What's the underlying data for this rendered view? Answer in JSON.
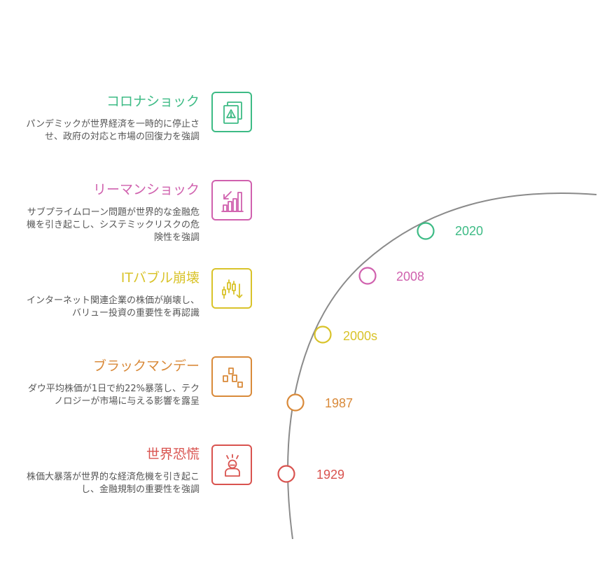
{
  "colors": {
    "green": "#3dbb85",
    "pink": "#d061ae",
    "yellow": "#d9c32a",
    "orange": "#d98a3a",
    "red": "#d9534f",
    "arc": "#8a8a8a"
  },
  "events": [
    {
      "title": "コロナショック",
      "description": "パンデミックが世界経済を一時的に停止させ、政府の対応と市場の回復力を強調",
      "year": "2020",
      "icon": "warning-document-icon",
      "color": "#3dbb85"
    },
    {
      "title": "リーマンショック",
      "description": "サブプライムローン問題が世界的な金融危機を引き起こし、システミックリスクの危険性を強調",
      "year": "2008",
      "icon": "falling-bar-chart-icon",
      "color": "#d061ae"
    },
    {
      "title": "ITバブル崩壊",
      "description": "インターネット関連企業の株価が崩壊し、バリュー投資の重要性を再認識",
      "year": "2000s",
      "icon": "candlestick-down-icon",
      "color": "#d9c32a"
    },
    {
      "title": "ブラックマンデー",
      "description": "ダウ平均株価が1日で約22%暴落し、テクノロジーが市場に与える影響を露呈",
      "year": "1987",
      "icon": "descending-blocks-icon",
      "color": "#d98a3a"
    },
    {
      "title": "世界恐慌",
      "description": "株価大暴落が世界的な経済危機を引き起こし、金融規制の重要性を強調",
      "year": "1929",
      "icon": "distressed-person-icon",
      "color": "#d9534f"
    }
  ]
}
